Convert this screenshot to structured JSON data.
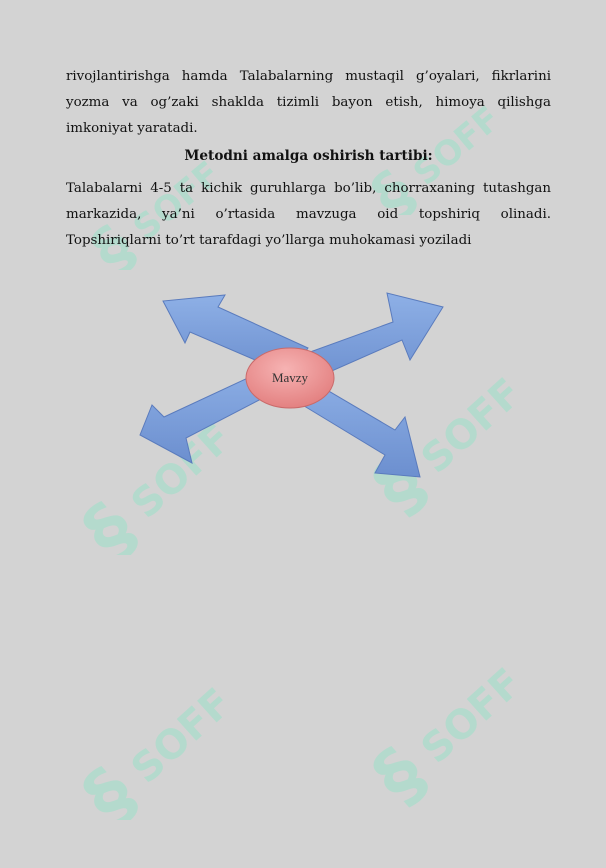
{
  "paragraph1_lines": [
    "rivojlantirishga hamda Talabalarning mustaqil g’oyalari, fikrlarini",
    "yozma va og’zaki shaklda tizimli bayon etish, himoya qilishga",
    "imkoniyat yaratadi."
  ],
  "heading": "Metodni amalga oshirish tartibi:",
  "paragraph2_lines": [
    "Talabalarni 4-5 ta kichik guruhlarga bo’lib, chorraxaning tutashgan",
    "markazida, ya’ni o’rtasida mavzuga oid topshiriq olinadi.",
    "Topshiriqlarni to’rt tarafdagi yo’llarga muhokamasi yoziladi"
  ],
  "diagram": {
    "center_label": "Mavzy",
    "arrow_color": "#7c9fd8",
    "center_color": "#ec8f8f"
  },
  "watermark": {
    "text": "SOFF",
    "color": "#9fe6cf"
  }
}
